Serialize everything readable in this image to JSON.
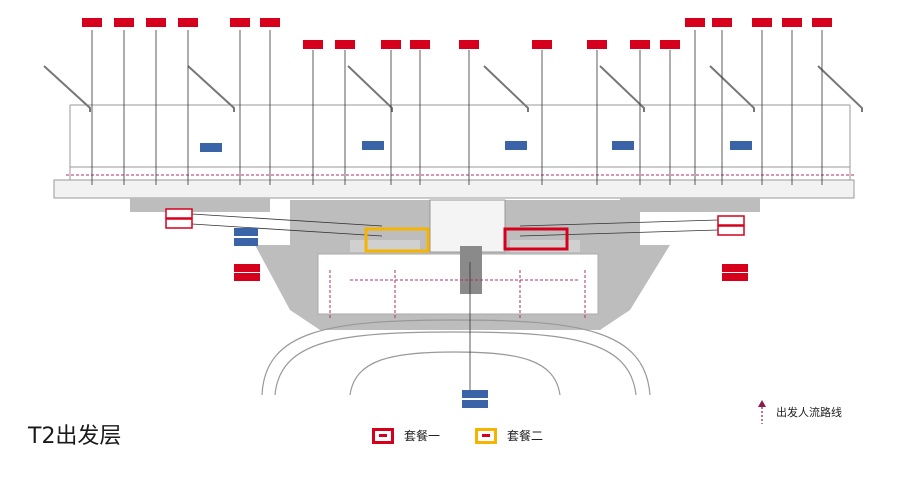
{
  "title": "T2出发层",
  "legend": {
    "zone1": {
      "label": "套餐一",
      "color": "#d6001c"
    },
    "zone2": {
      "label": "套餐二",
      "color": "#f5b400"
    },
    "flow": {
      "label": "出发人流路线",
      "color": "#8c1b4a"
    }
  },
  "colors": {
    "red_tag": "#d6001c",
    "blue_tag": "#3a63a8",
    "flow_line": "#b0306a",
    "building": "#bdbdbd",
    "building_dark": "#9e9e9e",
    "apron": "#8a8a8a"
  },
  "labels": {
    "top_red": [
      "",
      "",
      "",
      "",
      "",
      "",
      "",
      "",
      "",
      "",
      "",
      "",
      ""
    ],
    "top_red_2": [
      "",
      "",
      "",
      "",
      "",
      "",
      ""
    ],
    "blue_gates": [
      "",
      "",
      "",
      "",
      ""
    ],
    "left_side_text": "",
    "right_side_text": ""
  }
}
